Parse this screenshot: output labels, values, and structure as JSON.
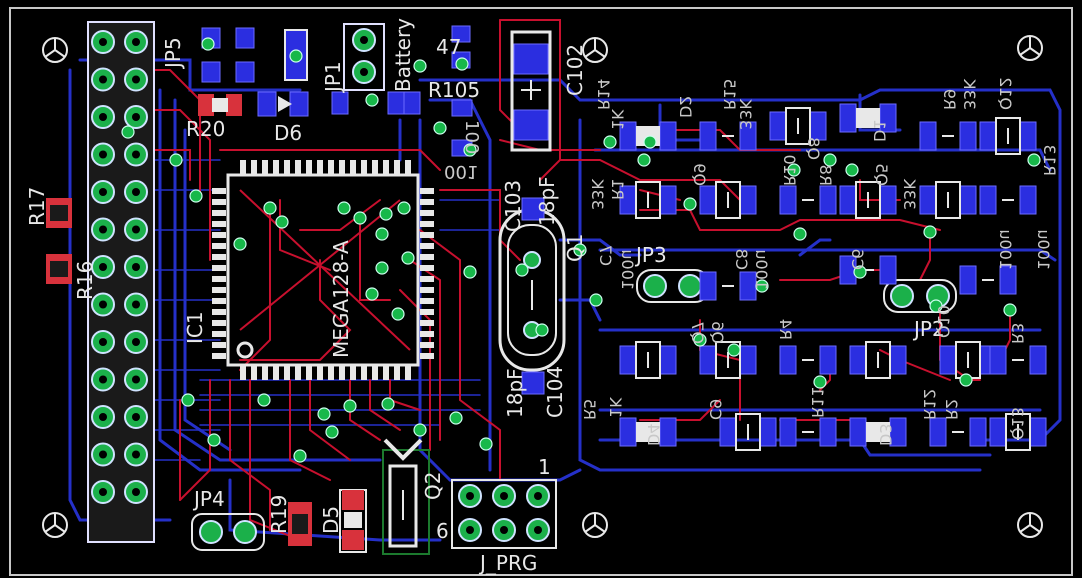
{
  "board": {
    "background": "#000000",
    "outline_color": "#c8c8c8",
    "top_copper": "#c8102e",
    "bottom_copper": "#2530c8",
    "via_color": "#17b84a",
    "silk_color": "#e8e8e8"
  },
  "labels": {
    "jp5": "JP5",
    "jp1": "JP1",
    "battery": "Battery",
    "c102": "C102",
    "r105": "R105",
    "r20": "R20",
    "d6": "D6",
    "r17": "R17",
    "r16": "R16",
    "ic1": "IC1",
    "mega": "MEGA128-A",
    "c103": "C103",
    "pf18a": "18pF",
    "q1": "Q1",
    "pf18b": "18pF",
    "c104": "C104",
    "jp3": "JP3",
    "jp2": "JP2",
    "jp4": "JP4",
    "r19": "R19",
    "d5": "D5",
    "q2": "Q2",
    "jprg": "J_PRG",
    "pin1": "1",
    "pin6": "6",
    "n47": "47",
    "n001": "001",
    "n100": "100"
  },
  "mirrored_labels": {
    "r14": "R14",
    "r1k_a": "1K",
    "d2": "D2",
    "r15": "R15",
    "r33k_a": "33K",
    "q8": "Q8",
    "d1": "D1",
    "r9": "R9",
    "r33k_b": "33K",
    "q12": "Q12",
    "r33k_c": "33K",
    "r1": "R1",
    "q9": "Q9",
    "r10": "R10",
    "r8": "R8",
    "q5": "Q5",
    "r33k_d": "33K",
    "r13": "R13",
    "c7": "C7",
    "c8": "C8",
    "c6": "C6",
    "q7": "Q7",
    "q6": "Q6",
    "r4": "R4",
    "q10": "Q10",
    "r3": "R3",
    "r1k_b": "1K",
    "d4": "D4",
    "d3": "D3",
    "q13": "Q13",
    "r100u_a": "100u",
    "r100u_b": "100u",
    "r100u_c": "100u",
    "r100u_d": "100u",
    "c9": "C9",
    "r5": "R5",
    "r11": "R11",
    "r12": "R12",
    "r2": "R2"
  }
}
